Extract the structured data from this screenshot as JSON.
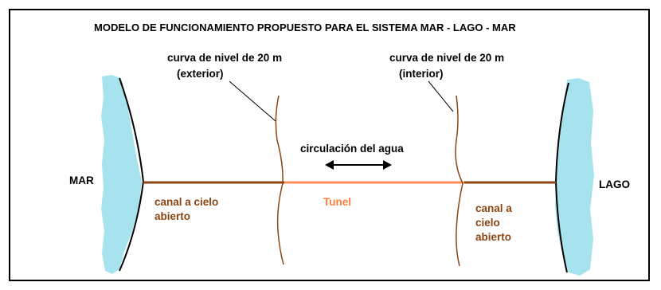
{
  "title": "MODELO DE FUNCIONAMIENTO PROPUESTO PARA EL SISTEMA MAR - LAGO - MAR",
  "labels": {
    "mar": "MAR",
    "lago": "LAGO",
    "contour_left_line1": "curva de nivel de 20 m",
    "contour_left_line2": "(exterior)",
    "contour_right_line1": "curva de nivel de 20 m",
    "contour_right_line2": "(interior)",
    "water_flow": "circulación del agua",
    "tunnel": "Tunel",
    "canal_left_line1": "canal a cielo",
    "canal_left_line2": "abierto",
    "canal_right_line1": "canal a",
    "canal_right_line2": "cielo",
    "canal_right_line3": "abierto"
  },
  "colors": {
    "water": "#a6e3ee",
    "canal": "#8b4513",
    "tunnel": "#ff8c5a",
    "contour": "#8b4513",
    "text": "#000000"
  }
}
